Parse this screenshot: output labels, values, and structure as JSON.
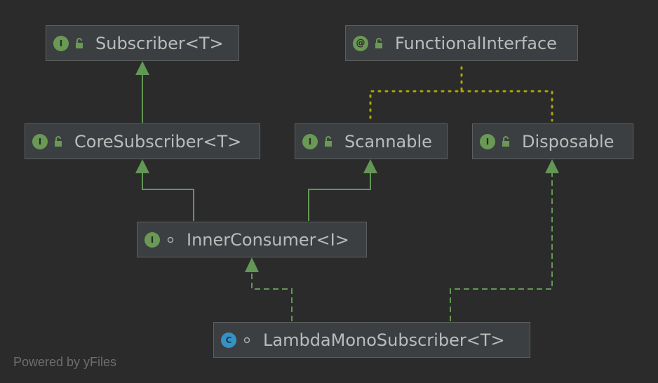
{
  "nodes": {
    "subscriber": {
      "kind": "interface",
      "badge": "I",
      "visibility": "public",
      "label": "Subscriber<T>"
    },
    "functional_interface": {
      "kind": "annotation",
      "badge": "@",
      "visibility": "public",
      "label": "FunctionalInterface"
    },
    "core_subscriber": {
      "kind": "interface",
      "badge": "I",
      "visibility": "public",
      "label": "CoreSubscriber<T>"
    },
    "scannable": {
      "kind": "interface",
      "badge": "I",
      "visibility": "public",
      "label": "Scannable"
    },
    "disposable": {
      "kind": "interface",
      "badge": "I",
      "visibility": "public",
      "label": "Disposable"
    },
    "inner_consumer": {
      "kind": "interface",
      "badge": "I",
      "visibility": "package-private",
      "label": "InnerConsumer<I>"
    },
    "lambda_mono_subscriber": {
      "kind": "class",
      "badge": "C",
      "visibility": "package-private",
      "label": "LambdaMonoSubscriber<T>"
    }
  },
  "edges": [
    {
      "from": "core_subscriber",
      "to": "subscriber",
      "type": "extends"
    },
    {
      "from": "inner_consumer",
      "to": "core_subscriber",
      "type": "extends"
    },
    {
      "from": "inner_consumer",
      "to": "scannable",
      "type": "extends"
    },
    {
      "from": "lambda_mono_subscriber",
      "to": "inner_consumer",
      "type": "implements"
    },
    {
      "from": "lambda_mono_subscriber",
      "to": "disposable",
      "type": "implements"
    },
    {
      "from": "scannable",
      "to": "functional_interface",
      "type": "annotated-by"
    },
    {
      "from": "disposable",
      "to": "functional_interface",
      "type": "annotated-by"
    }
  ],
  "colors": {
    "background": "#2b2b2b",
    "node_fill": "#3c3f41",
    "node_border": "#5e6060",
    "text": "#bbbbbb",
    "edge_green": "#629755",
    "edge_annotation": "#a8a800",
    "interface_badge": "#6a9955",
    "class_badge": "#3592c4"
  },
  "footer": "Powered by yFiles"
}
